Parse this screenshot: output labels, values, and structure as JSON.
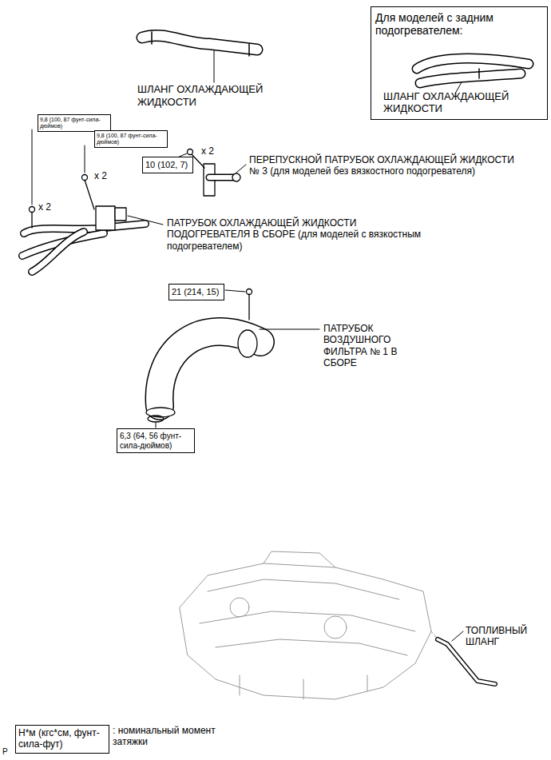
{
  "diagram": {
    "nodes": [
      {
        "text": [
          "Для моделей с задним подогревателем:",
          "ШЛАНГ ОХЛАЖДАЮЩЕЙ ЖИДКОСТИ"
        ]
      },
      {
        "text": [
          "9,8 (100, 87 фунт-сила-дюймов)"
        ]
      },
      {
        "text": [
          "9,8 (100, 87 фунт-сила-дюймов)"
        ]
      },
      {
        "text": [
          "10 (102, 7)"
        ]
      },
      {
        "text": [
          "21 (214, 15)"
        ]
      },
      {
        "text": [
          "6,3 (64, 56 фунт-сила-дюймов)"
        ]
      },
      {
        "text": [
          "Н*м (кгс*см, фунт-сила-фут)"
        ]
      }
    ],
    "labels": [
      "ШЛАНГ ОХЛАЖДАЮЩЕЙ ЖИДКОСТИ",
      "x 2",
      "x 2",
      "x 2",
      "ПЕРЕПУСКНОЙ ПАТРУБОК ОХЛАЖДАЮЩЕЙ ЖИДКОСТИ № 3 (для моделей без вязкостного подогревателя)",
      "ПАТРУБОК ОХЛАЖДАЮЩЕЙ ЖИДКОСТИ ПОДОГРЕВАТЕЛЯ В СБОРЕ (для моделей с вязкостным подогревателем)",
      "ПАТРУБОК ВОЗДУШНОГО ФИЛЬТРА № 1 В СБОРЕ",
      "ТОПЛИВНЫЙ ШЛАНГ",
      ": номинальный момент затяжки",
      "P"
    ]
  }
}
